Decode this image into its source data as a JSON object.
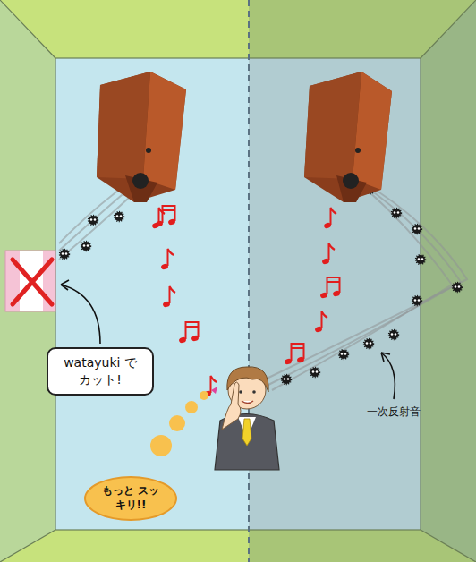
{
  "diagram": {
    "nodes": [
      {
        "text": [
          "watayuki で カット!"
        ]
      },
      {
        "text": [
          "もっと スッキリ!!"
        ]
      }
    ],
    "labels": [
      "一次反射音"
    ]
  }
}
